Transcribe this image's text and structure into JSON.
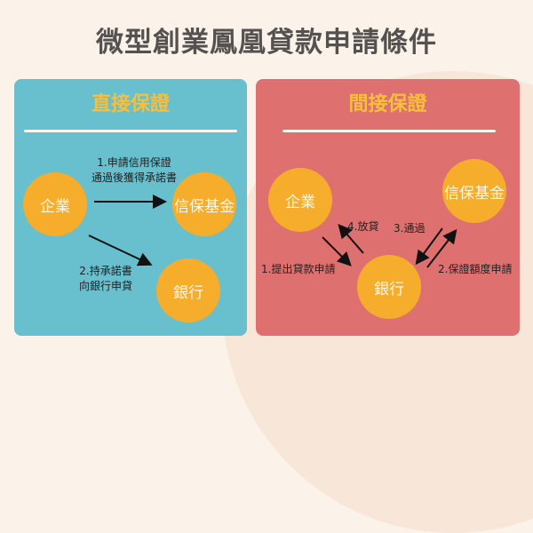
{
  "title": "微型創業鳳凰貸款申請條件",
  "colors": {
    "background": "#fbf3ea",
    "direct_panel": "#68bfcd",
    "indirect_panel": "#de716f",
    "panel_title": "#f7bf3a",
    "node": "#f6ad2b",
    "title_text": "#555150"
  },
  "direct": {
    "title": "直接保證",
    "nodes": {
      "enterprise": "企業",
      "fund": "信保基金",
      "bank": "銀行"
    },
    "steps": {
      "step1_line1": "1.申請信用保證",
      "step1_line2": "通過後獲得承諾書",
      "step2_line1": "2.持承諾書",
      "step2_line2": "向銀行申貸"
    }
  },
  "indirect": {
    "title": "間接保證",
    "nodes": {
      "enterprise": "企業",
      "fund": "信保基金",
      "bank": "銀行"
    },
    "steps": {
      "step1": "1.提出貸款申請",
      "step2": "2.保證額度申請",
      "step3": "3.通過",
      "step4": "4.放貸"
    }
  }
}
